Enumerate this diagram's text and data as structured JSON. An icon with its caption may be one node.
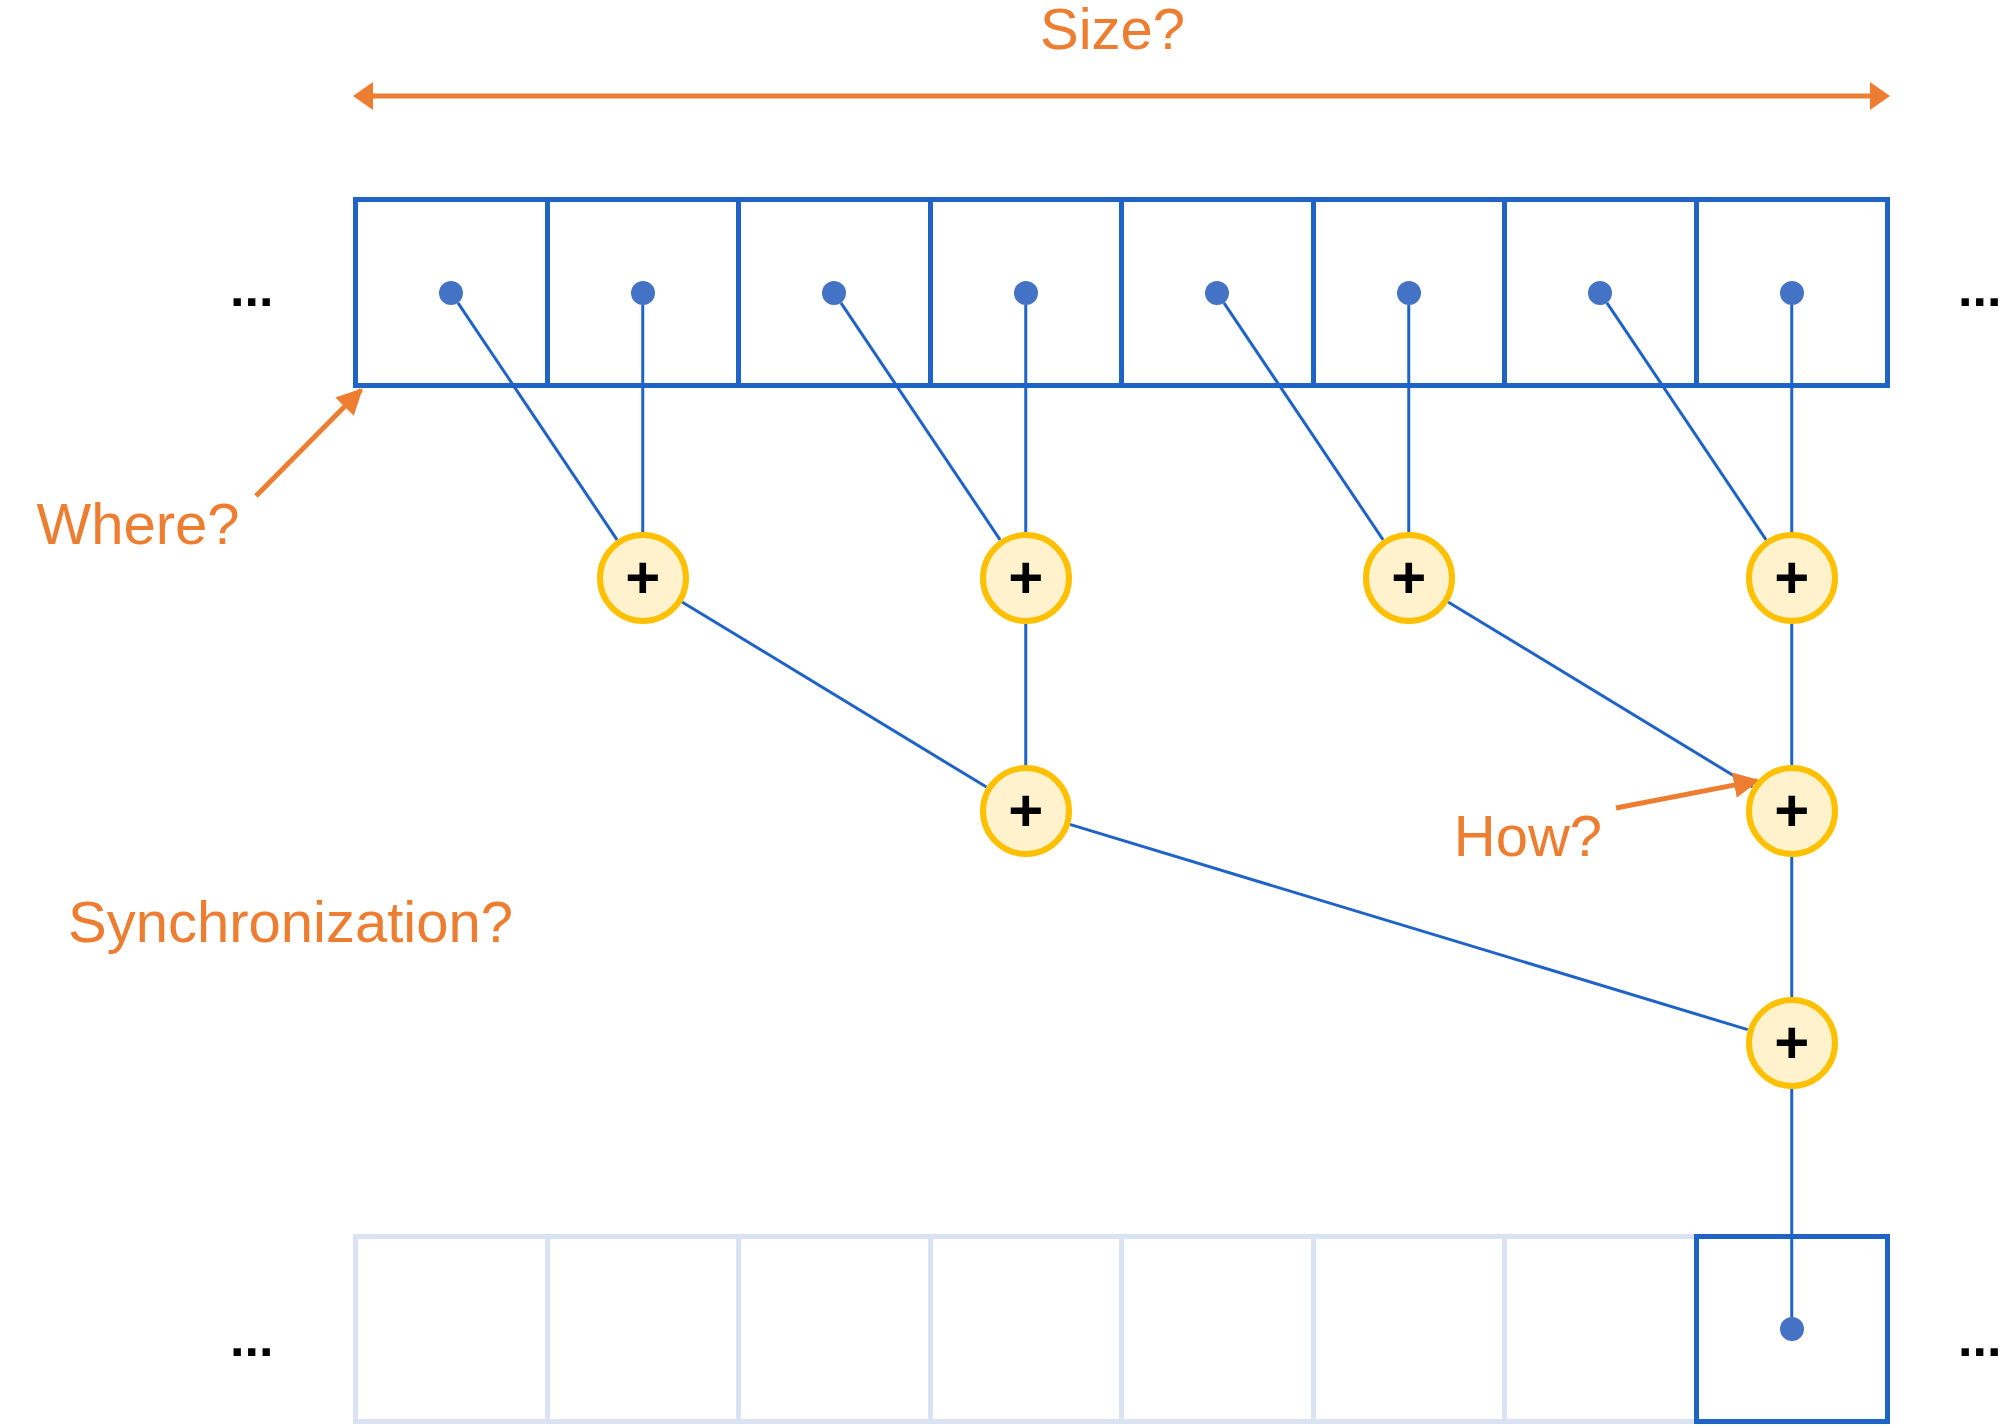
{
  "diagram": {
    "nodes": [
      {
        "text": [],
        "shape": "box"
      },
      {
        "text": [],
        "shape": "box",
        "in": 0
      },
      {
        "text": [],
        "shape": "box",
        "in": 0
      },
      {
        "text": [],
        "shape": "box",
        "in": 0
      },
      {
        "text": [],
        "shape": "box",
        "in": 0
      },
      {
        "text": [],
        "shape": "box",
        "in": 0
      },
      {
        "text": [],
        "shape": "box",
        "in": 0
      },
      {
        "text": [],
        "shape": "box",
        "in": 0
      },
      {
        "text": [],
        "shape": "box",
        "in": 0
      },
      {
        "text": [],
        "shape": "circle",
        "in": 1
      },
      {
        "text": [],
        "shape": "circle",
        "in": 2
      },
      {
        "text": [],
        "shape": "circle",
        "in": 3
      },
      {
        "text": [],
        "shape": "circle",
        "in": 4
      },
      {
        "text": [],
        "shape": "circle",
        "in": 5
      },
      {
        "text": [],
        "shape": "circle",
        "in": 6
      },
      {
        "text": [],
        "shape": "circle",
        "in": 7
      },
      {
        "text": [],
        "shape": "circle",
        "in": 8
      },
      {
        "text": [
          "+"
        ]
      },
      {
        "text": [
          "+"
        ]
      },
      {
        "text": [
          "+"
        ]
      },
      {
        "text": [
          "+"
        ]
      },
      {
        "text": [
          "+"
        ]
      },
      {
        "text": [
          "+"
        ]
      },
      {
        "text": [
          "+"
        ]
      },
      {
        "text": [],
        "shape": "box"
      },
      {
        "text": [],
        "shape": "box",
        "in": 24
      },
      {
        "text": [],
        "shape": "box",
        "in": 24
      },
      {
        "text": [],
        "shape": "box",
        "in": 24
      },
      {
        "text": [],
        "shape": "box",
        "in": 24
      },
      {
        "text": [],
        "shape": "box",
        "in": 24
      },
      {
        "text": [],
        "shape": "box",
        "in": 24
      },
      {
        "text": [],
        "shape": "box",
        "in": 24
      },
      {
        "text": [],
        "shape": "box",
        "in": 24
      },
      {
        "text": [],
        "shape": "circle",
        "in": 32
      },
      {
        "text": [
          "Where?"
        ]
      },
      {
        "text": [
          "How?"
        ]
      }
    ],
    "edges": [
      {
        "from": 9,
        "to": 17,
        "arrow": "none"
      },
      {
        "from": 10,
        "to": 17,
        "arrow": "none"
      },
      {
        "from": 11,
        "to": 18,
        "arrow": "none"
      },
      {
        "from": 12,
        "to": 18,
        "arrow": "none"
      },
      {
        "from": 13,
        "to": 19,
        "arrow": "none"
      },
      {
        "from": 14,
        "to": 19,
        "arrow": "none"
      },
      {
        "from": 15,
        "to": 20,
        "arrow": "none"
      },
      {
        "from": 16,
        "to": 20,
        "arrow": "none"
      },
      {
        "from": 17,
        "to": 21,
        "arrow": "none"
      },
      {
        "from": 18,
        "to": 21,
        "arrow": "none"
      },
      {
        "from": 19,
        "to": 22,
        "arrow": "none"
      },
      {
        "from": 20,
        "to": 22,
        "arrow": "none"
      },
      {
        "from": 21,
        "to": 23,
        "arrow": "none"
      },
      {
        "from": 22,
        "to": 23,
        "arrow": "none"
      },
      {
        "from": 23,
        "to": 33,
        "arrow": "none"
      },
      {
        "from": 34,
        "to": 0,
        "arrow": "to",
        "color": "#ed7d31"
      },
      {
        "from": 35,
        "to": 22,
        "arrow": "to",
        "color": "#ed7d31"
      }
    ],
    "labels": [
      "Size?",
      "...",
      "...",
      "Synchronization?",
      "...",
      "..."
    ]
  }
}
